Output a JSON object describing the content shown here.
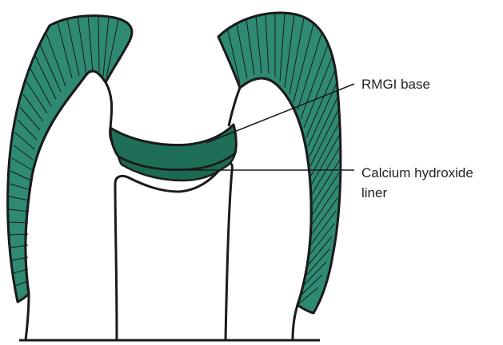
{
  "colors": {
    "enamel": "#2e8a72",
    "rmgi_base": "#1f6f58",
    "liner": "#1d6a54",
    "outline": "#1a1a1a",
    "background": "#ffffff"
  },
  "labels": {
    "rmgi_base": "RMGI base",
    "calcium_hydroxide_line1": "Calcium hydroxide",
    "calcium_hydroxide_line2": "liner"
  }
}
